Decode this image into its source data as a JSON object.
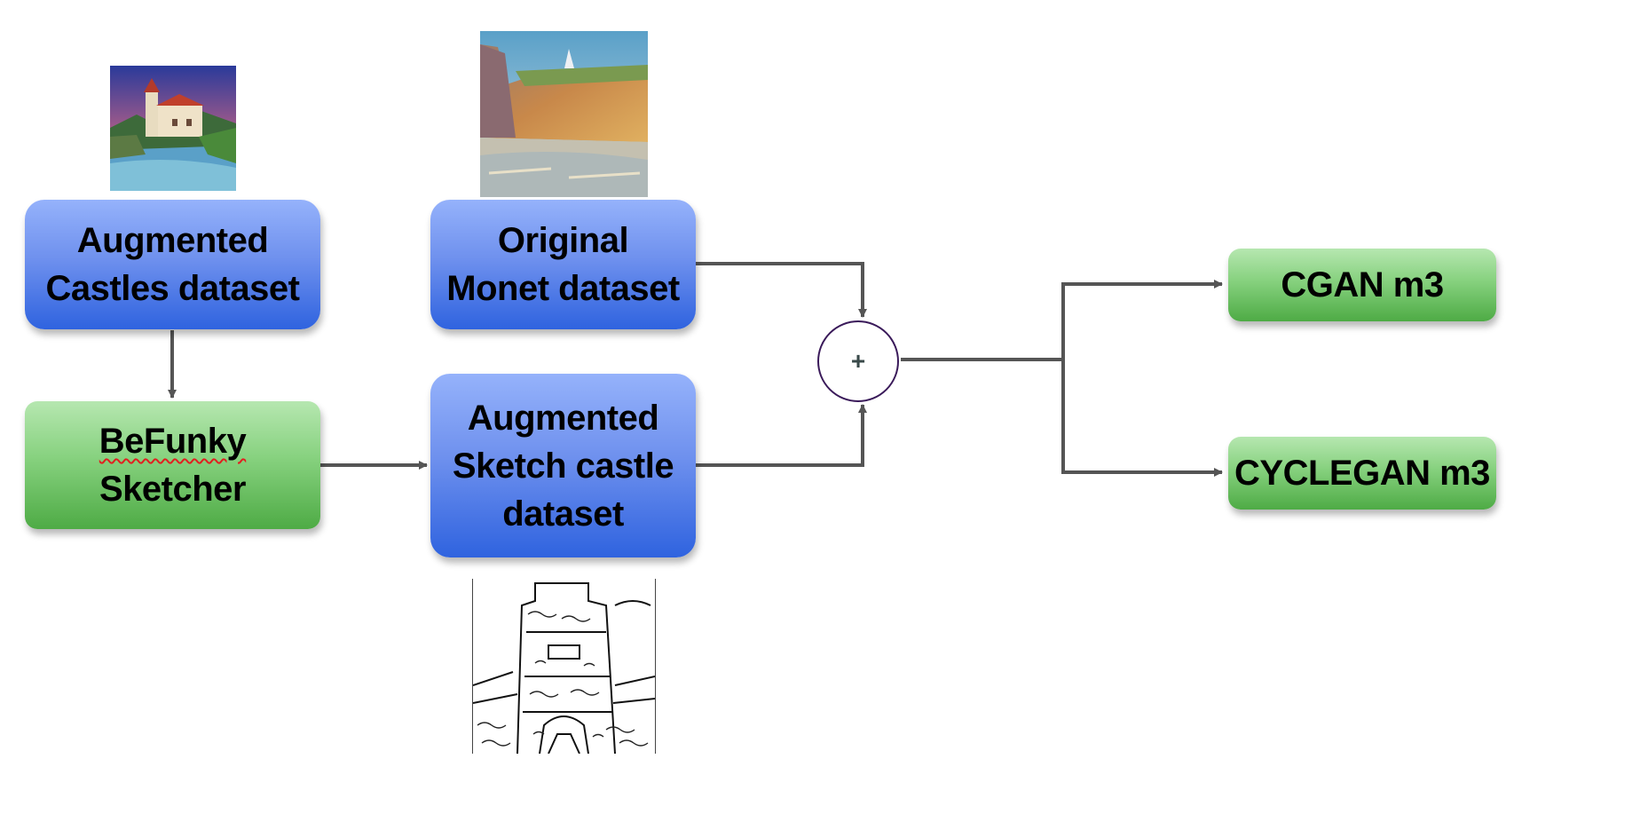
{
  "nodes": {
    "augmented_castles": {
      "line1": "Augmented",
      "line2": "Castles dataset"
    },
    "original_monet": {
      "line1": "Original",
      "line2": "Monet dataset"
    },
    "befunky": {
      "line1": "BeFunky",
      "line2": "Sketcher"
    },
    "augmented_sketch": {
      "line1": "Augmented",
      "line2": "Sketch castle",
      "line3": "dataset"
    },
    "cgan": {
      "label": "CGAN m3"
    },
    "cyclegan": {
      "label": "CYCLEGAN m3"
    }
  },
  "combine_symbol": "+",
  "colors": {
    "blue_box": "#4f7ef0",
    "green_box": "#6cc463",
    "arrow": "#555555",
    "plus_circle": "#3a1a5a"
  },
  "images": {
    "castle_painting": "castle-painting-thumbnail",
    "monet_cliffs": "monet-cliffs-thumbnail",
    "castle_sketch": "castle-sketch-thumbnail"
  }
}
